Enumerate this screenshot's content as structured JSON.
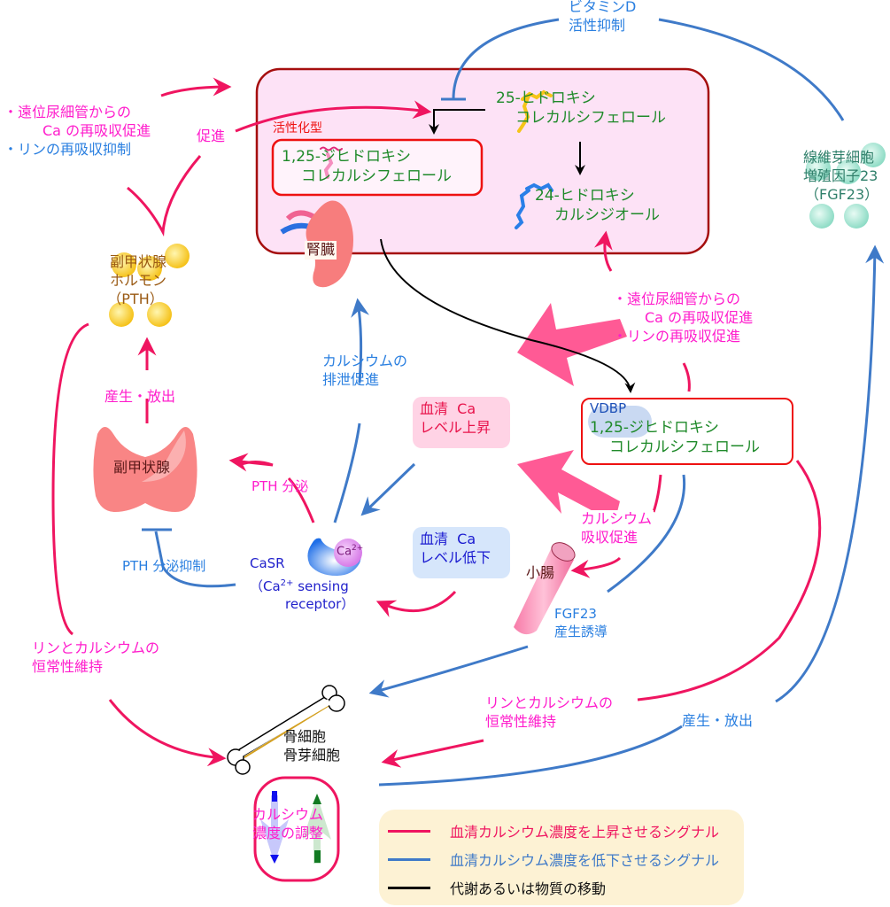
{
  "colors": {
    "raise": "#ef1560",
    "lower": "#3f7ac8",
    "metabolism": "#000000",
    "kidney_box_fill": "#fde2f6",
    "kidney_box_border": "#a50e0e",
    "active_box_border": "#ee1111",
    "serum_up_fill": "#ffd3e5",
    "serum_down_fill": "#d6e6fb",
    "legend_fill": "#fdf2d4",
    "big_arrow": "#ff5a95"
  },
  "top": {
    "vitd_inhibit_line1": "ビタミンD",
    "vitd_inhibit_line2": "活性抑制"
  },
  "kidney_box": {
    "active_type_label": "活性化型",
    "active_line1": "1,25-ジヒドロキシ",
    "active_line2": "コレカルシフェロール",
    "precursor_line1": "25-ヒドロキシ",
    "precursor_line2": "コレカルシフェロール",
    "inactive_line1": "24-ヒドロキシ",
    "inactive_line2": "カルシジオール",
    "kidney_label": "腎臓"
  },
  "left_top": {
    "effect_line1": "・遠位尿細管からの",
    "effect_line2": "Ca の再吸収促進",
    "effect_line3": "・リンの再吸収抑制",
    "promote": "促進"
  },
  "pth": {
    "line1": "副甲状腺",
    "line2": "ホルモン",
    "line3": "（PTH）",
    "produce_release": "産生・放出",
    "gland": "副甲状腺",
    "secretion": "PTH 分泌",
    "secretion_inhibit": "PTH 分泌抑制"
  },
  "casr": {
    "ion": "Ca",
    "ion_sup": "2+",
    "name": "CaSR",
    "desc_line1_pre": "（Ca",
    "desc_line1_sup": "2+",
    "desc_line1_post": " sensing",
    "desc_line2": "receptor）"
  },
  "excretion": {
    "line1": "カルシウムの",
    "line2": "排泄促進"
  },
  "serum_up": {
    "line1": "血清  Ca",
    "line2": "レベル上昇"
  },
  "serum_down": {
    "line1": "血清  Ca",
    "line2": "レベル低下"
  },
  "right_mid": {
    "effect_line1": "・遠位尿細管からの",
    "effect_line2": "Ca の再吸収促進",
    "effect_line3": "・リンの再吸収促進"
  },
  "vdbp_box": {
    "vdbp": "VDBP",
    "line1": "1,25-ジヒドロキシ",
    "line2": "コレカルシフェロール"
  },
  "intestine": {
    "absorb_line1": "カルシウム",
    "absorb_line2": "吸収促進",
    "label": "小腸"
  },
  "fgf23_induce": {
    "line1": "FGF23",
    "line2": "産生誘導"
  },
  "fgf23": {
    "line1": "線維芽細胞",
    "line2": "増殖因子23",
    "line3": "（FGF23）",
    "produce_release": "産生・放出"
  },
  "homeostasis_left": {
    "line1": "リンとカルシウムの",
    "line2": "恒常性維持"
  },
  "homeostasis_right": {
    "line1": "リンとカルシウムの",
    "line2": "恒常性維持"
  },
  "bone": {
    "line1": "骨細胞",
    "line2": "骨芽細胞"
  },
  "ca_regulation": {
    "line1": "カルシウム",
    "line2": "濃度の調整"
  },
  "legend": [
    {
      "label": "血清カルシウム濃度を上昇させるシグナル",
      "color": "#ef1560",
      "text_color": "#ef1560"
    },
    {
      "label": "血清カルシウム濃度を低下させるシグナル",
      "color": "#3f7ac8",
      "text_color": "#3f7ac8"
    },
    {
      "label": "代謝あるいは物質の移動",
      "color": "#000000",
      "text_color": "#111111"
    }
  ]
}
